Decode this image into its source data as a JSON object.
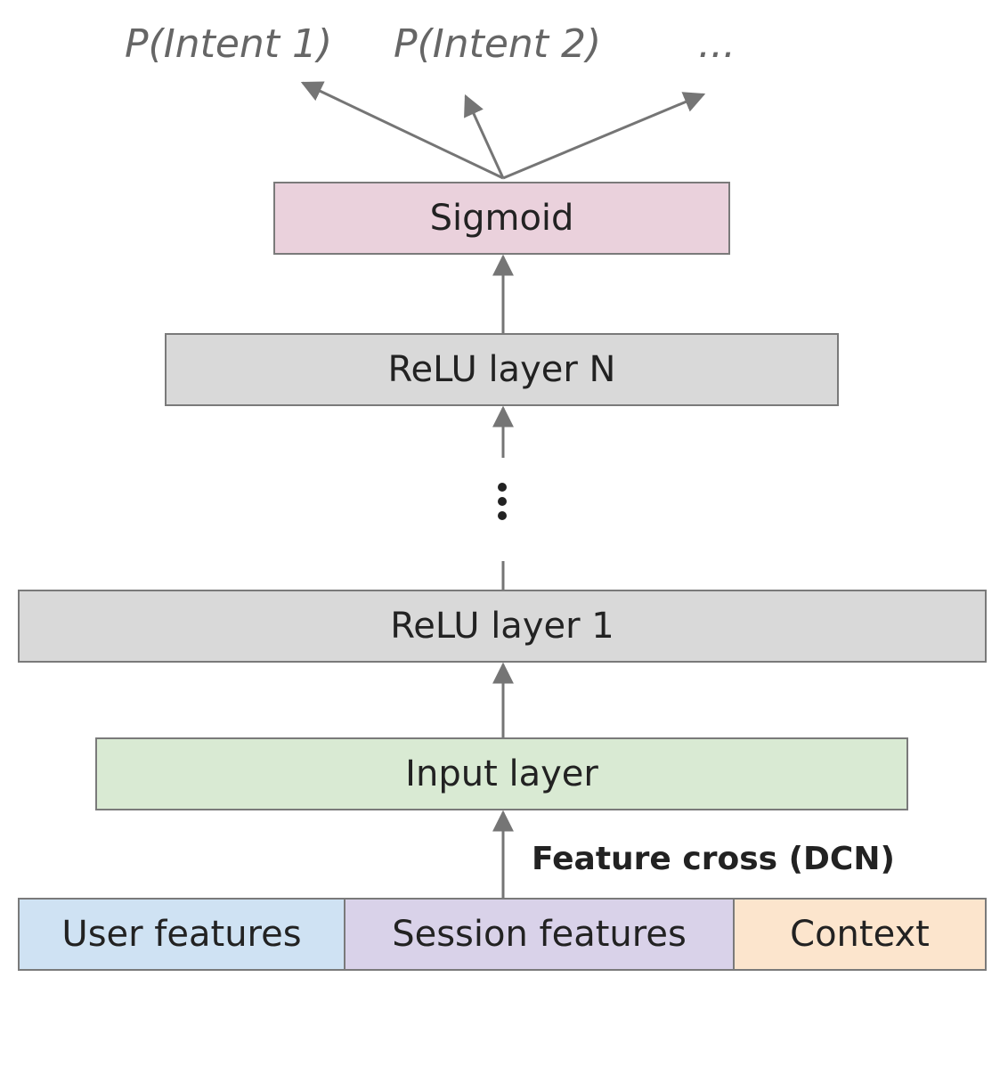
{
  "outputs": [
    "P(Intent 1)",
    "P(Intent 2)",
    "..."
  ],
  "layers": {
    "sigmoid": "Sigmoid",
    "relu_n": "ReLU layer N",
    "relu_1": "ReLU layer 1",
    "input": "Input layer"
  },
  "cross_label": "Feature cross (DCN)",
  "features": [
    "User features",
    "Session features",
    "Context"
  ],
  "colors": {
    "sigmoid": "#ead1dc",
    "relu": "#d9d9d9",
    "input": "#d9ead3",
    "user_features": "#cfe2f3",
    "session_features": "#d9d2e9",
    "context": "#fce5cd",
    "arrow": "#757575"
  }
}
